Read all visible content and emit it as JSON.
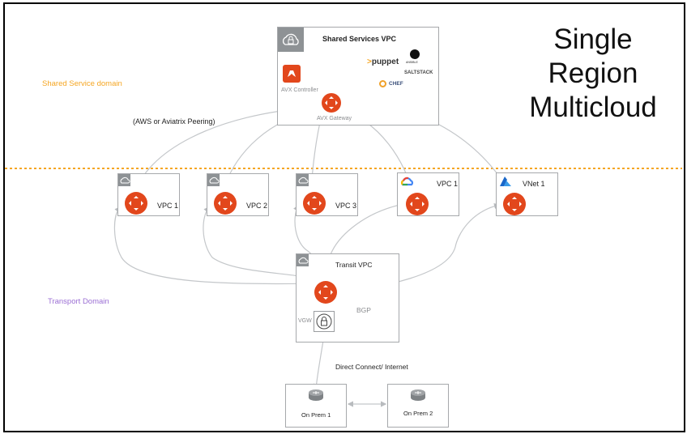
{
  "title": [
    "Single",
    "Region",
    "Multicloud"
  ],
  "domains": {
    "shared": {
      "label": "Shared Service domain",
      "color": "#f5a623"
    },
    "transport": {
      "label": "Transport Domain",
      "color": "#9b6fd4"
    }
  },
  "peering_label": "(AWS or Aviatrix Peering)",
  "shared_vpc": {
    "title": "Shared Services VPC",
    "controller_label": "AVX Controller",
    "gateway_label": "AVX Gateway",
    "tools": [
      "puppet",
      "ANSIBLE",
      "SALTSTACK",
      "CHEF"
    ]
  },
  "spokes": [
    {
      "label": "VPC 1",
      "cloud": "aws"
    },
    {
      "label": "VPC 2",
      "cloud": "aws"
    },
    {
      "label": "VPC 3",
      "cloud": "aws"
    },
    {
      "label": "VPC 1",
      "cloud": "gcp"
    },
    {
      "label": "VNet 1",
      "cloud": "azure"
    }
  ],
  "transit": {
    "title": "Transit VPC",
    "vgw_label": "VGW",
    "bgp_label": "BGP"
  },
  "link_label": "Direct Connect/ Internet",
  "onprem": [
    {
      "label": "On Prem 1"
    },
    {
      "label": "On Prem 2"
    }
  ],
  "colors": {
    "gateway": "#e2471c",
    "line": "#c4c7ca",
    "border": "#a6a8ab",
    "divider": "#f5a623"
  }
}
